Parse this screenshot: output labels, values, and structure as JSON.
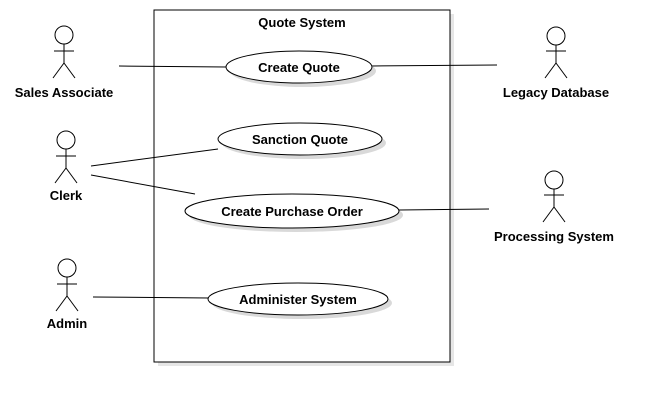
{
  "system": {
    "title": "Quote System"
  },
  "actors": {
    "sales_associate": "Sales Associate",
    "clerk": "Clerk",
    "admin": "Admin",
    "legacy_database": "Legacy Database",
    "processing_system": "Processing System"
  },
  "use_cases": {
    "create_quote": "Create Quote",
    "sanction_quote": "Sanction Quote",
    "create_purchase_order": "Create Purchase Order",
    "administer_system": "Administer System"
  },
  "colors": {
    "stroke": "#000000",
    "shadow": "#d9d9d9",
    "background": "#ffffff"
  }
}
